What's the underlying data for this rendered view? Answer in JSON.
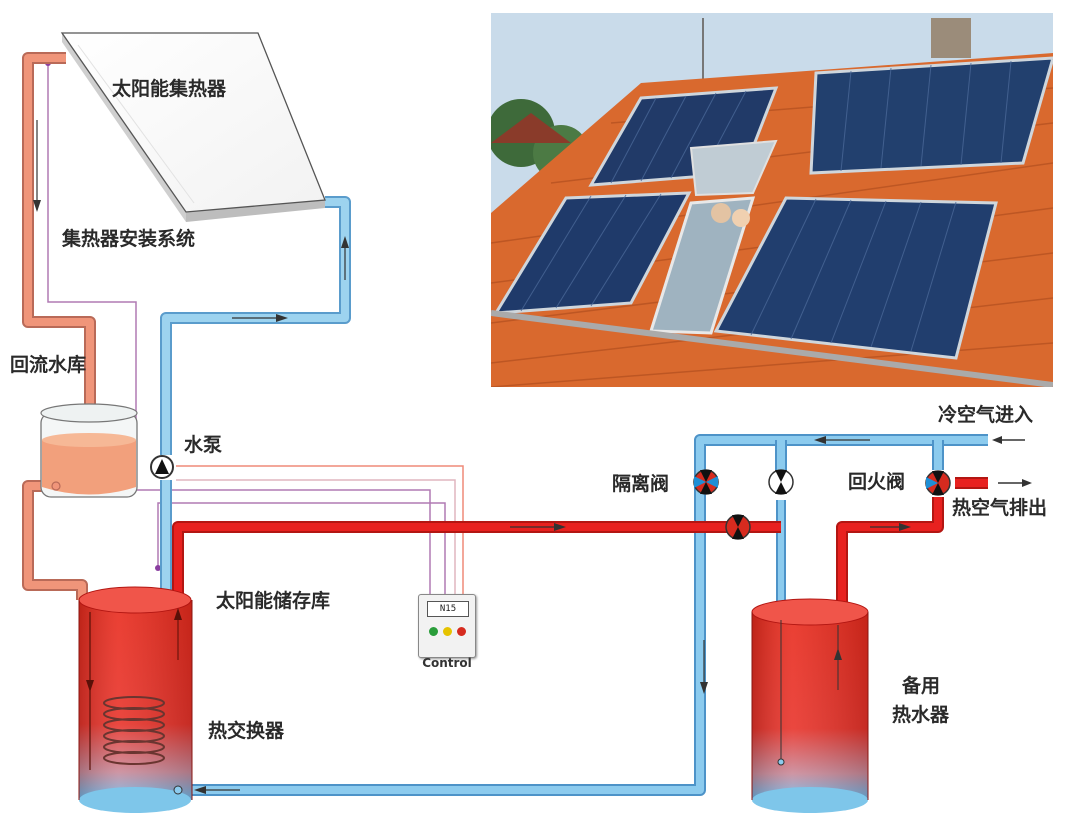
{
  "labels": {
    "collector": "太阳能集热器",
    "collector_mount": "集热器安装系统",
    "drainback": "回流水库",
    "pump": "水泵",
    "storage": "太阳能储存库",
    "heat_exchanger": "热交换器",
    "isolation_valve": "隔离阀",
    "tempering_valve": "回火阀",
    "cold_in": "冷空气进入",
    "hot_out": "热空气排出",
    "backup_line1": "备用",
    "backup_line2": "热水器"
  },
  "controller": {
    "display": "N15",
    "label": "Control",
    "leds": [
      "#2a9d3a",
      "#e6c300",
      "#d62b1f"
    ]
  },
  "colors": {
    "hot_pipe": "#e8211f",
    "cold_pipe": "#7ec6ea",
    "return_pipe": "#f0957a",
    "wire": "#b07ab3",
    "sky": "#c9dbea",
    "roof_tile": "#d9692e",
    "panel": "#213a68"
  },
  "photo": {
    "subject": "roof-with-solar-tube-collectors"
  }
}
